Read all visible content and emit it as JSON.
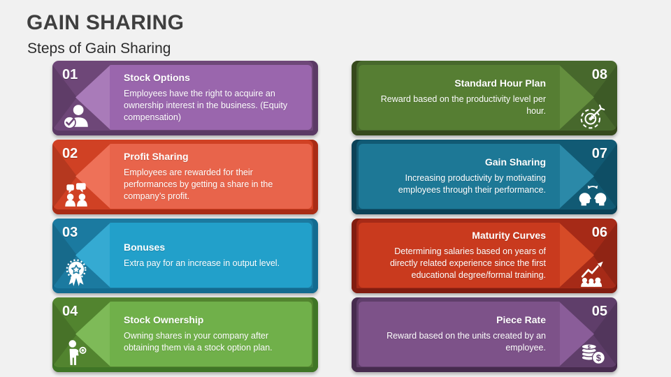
{
  "slide": {
    "title": "GAIN SHARING",
    "subtitle": "Steps of Gain Sharing",
    "background": "#f1f1f1",
    "title_color": "#3f3f3f"
  },
  "cards": [
    {
      "number": "01",
      "title": "Stock Options",
      "body": "Employees have the right to acquire an ownership interest in the business. (Equity compensation)",
      "icon": "person-check-icon",
      "colors": {
        "edge": "#5b3a65",
        "dark": "#6e4778",
        "panel": "#9a66ad",
        "light": "#a97bb9"
      }
    },
    {
      "number": "02",
      "title": "Profit Sharing",
      "body": "Employees are rewarded for their performances by getting a share in the company’s profit.",
      "icon": "people-discussion-icon",
      "colors": {
        "edge": "#a92c15",
        "dark": "#d04124",
        "panel": "#e8644b",
        "light": "#ee7158"
      }
    },
    {
      "number": "03",
      "title": "Bonuses",
      "body": "Extra pay for an increase in output level.",
      "icon": "award-ribbon-icon",
      "colors": {
        "edge": "#136b90",
        "dark": "#1b7aa0",
        "panel": "#22a0ca",
        "light": "#35aad2"
      }
    },
    {
      "number": "04",
      "title": "Stock Ownership",
      "body": "Owning shares in your company after obtaining them via a stock option plan.",
      "icon": "person-coin-icon",
      "colors": {
        "edge": "#3f7526",
        "dark": "#52842f",
        "panel": "#70b04a",
        "light": "#7eba58"
      }
    },
    {
      "number": "08",
      "title": "Standard Hour Plan",
      "body": "Reward based on the productivity level per hour.",
      "icon": "target-dart-icon",
      "colors": {
        "edge": "#36491c",
        "dark": "#47682c",
        "panel": "#567e33",
        "light": "#648e3e"
      }
    },
    {
      "number": "07",
      "title": "Gain Sharing",
      "body": "Increasing productivity by motivating employees through their performance.",
      "icon": "minds-sharing-icon",
      "colors": {
        "edge": "#0c4257",
        "dark": "#115a74",
        "panel": "#1d7896",
        "light": "#2b89a8"
      }
    },
    {
      "number": "06",
      "title": "Maturity Curves",
      "body": "Determining salaries based on years of directly related experience since the first educational degree/formal training.",
      "icon": "people-growth-icon",
      "colors": {
        "edge": "#811d10",
        "dark": "#a62a17",
        "panel": "#c93a1e",
        "light": "#d64b27"
      }
    },
    {
      "number": "05",
      "title": "Piece Rate",
      "body": "Reward based on the units created by an employee.",
      "icon": "coins-stack-icon",
      "colors": {
        "edge": "#462b4e",
        "dark": "#5f3e6a",
        "panel": "#7d5289",
        "light": "#8a5d99"
      }
    }
  ]
}
